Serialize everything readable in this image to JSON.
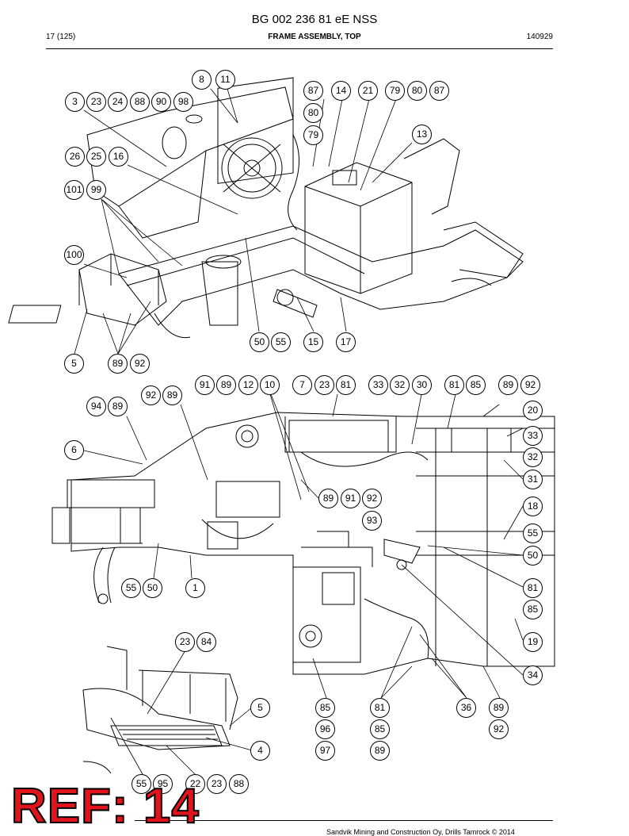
{
  "header": {
    "title": "BG 002 236 81 eE NSS",
    "page": "17 (125)",
    "section": "FRAME ASSEMBLY, TOP",
    "date": "140929"
  },
  "footer": {
    "copyright": "Sandvik Mining and Construction Oy, Drills Tamrock © 2014",
    "ref_stamp": "REF: 14"
  },
  "callouts": [
    {
      "id": "c1",
      "label": "8"
    },
    {
      "id": "c2",
      "label": "11"
    },
    {
      "id": "c3",
      "label": "3"
    },
    {
      "id": "c4",
      "label": "23"
    },
    {
      "id": "c5",
      "label": "24"
    },
    {
      "id": "c6",
      "label": "88"
    },
    {
      "id": "c7",
      "label": "90"
    },
    {
      "id": "c8",
      "label": "98"
    },
    {
      "id": "c9",
      "label": "87"
    },
    {
      "id": "c10",
      "label": "14"
    },
    {
      "id": "c11",
      "label": "21"
    },
    {
      "id": "c12",
      "label": "79"
    },
    {
      "id": "c13",
      "label": "80"
    },
    {
      "id": "c14",
      "label": "87"
    },
    {
      "id": "c15",
      "label": "80"
    },
    {
      "id": "c16",
      "label": "79"
    },
    {
      "id": "c17",
      "label": "13"
    },
    {
      "id": "c18",
      "label": "26"
    },
    {
      "id": "c19",
      "label": "25"
    },
    {
      "id": "c20",
      "label": "16"
    },
    {
      "id": "c21",
      "label": "101"
    },
    {
      "id": "c22",
      "label": "99"
    },
    {
      "id": "c23",
      "label": "100"
    },
    {
      "id": "c24",
      "label": "50"
    },
    {
      "id": "c25",
      "label": "55"
    },
    {
      "id": "c26",
      "label": "15"
    },
    {
      "id": "c27",
      "label": "17"
    },
    {
      "id": "c28",
      "label": "5"
    },
    {
      "id": "c29",
      "label": "89"
    },
    {
      "id": "c30",
      "label": "92"
    },
    {
      "id": "c31",
      "label": "91"
    },
    {
      "id": "c32",
      "label": "89"
    },
    {
      "id": "c33",
      "label": "12"
    },
    {
      "id": "c34",
      "label": "10"
    },
    {
      "id": "c35",
      "label": "7"
    },
    {
      "id": "c36",
      "label": "23"
    },
    {
      "id": "c37",
      "label": "81"
    },
    {
      "id": "c38",
      "label": "33"
    },
    {
      "id": "c39",
      "label": "32"
    },
    {
      "id": "c40",
      "label": "30"
    },
    {
      "id": "c41",
      "label": "81"
    },
    {
      "id": "c42",
      "label": "85"
    },
    {
      "id": "c43",
      "label": "89"
    },
    {
      "id": "c44",
      "label": "92"
    },
    {
      "id": "c45",
      "label": "92"
    },
    {
      "id": "c46",
      "label": "89"
    },
    {
      "id": "c47",
      "label": "94"
    },
    {
      "id": "c48",
      "label": "89"
    },
    {
      "id": "c49",
      "label": "20"
    },
    {
      "id": "c50",
      "label": "6"
    },
    {
      "id": "c51",
      "label": "33"
    },
    {
      "id": "c52",
      "label": "32"
    },
    {
      "id": "c53",
      "label": "31"
    },
    {
      "id": "c54",
      "label": "89"
    },
    {
      "id": "c55",
      "label": "91"
    },
    {
      "id": "c56",
      "label": "92"
    },
    {
      "id": "c57",
      "label": "93"
    },
    {
      "id": "c58",
      "label": "18"
    },
    {
      "id": "c59",
      "label": "55"
    },
    {
      "id": "c60",
      "label": "50"
    },
    {
      "id": "c61",
      "label": "55"
    },
    {
      "id": "c62",
      "label": "50"
    },
    {
      "id": "c63",
      "label": "1"
    },
    {
      "id": "c64",
      "label": "81"
    },
    {
      "id": "c65",
      "label": "85"
    },
    {
      "id": "c66",
      "label": "19"
    },
    {
      "id": "c67",
      "label": "23"
    },
    {
      "id": "c68",
      "label": "84"
    },
    {
      "id": "c69",
      "label": "34"
    },
    {
      "id": "c70",
      "label": "5"
    },
    {
      "id": "c71",
      "label": "85"
    },
    {
      "id": "c72",
      "label": "81"
    },
    {
      "id": "c73",
      "label": "36"
    },
    {
      "id": "c74",
      "label": "89"
    },
    {
      "id": "c75",
      "label": "96"
    },
    {
      "id": "c76",
      "label": "85"
    },
    {
      "id": "c77",
      "label": "92"
    },
    {
      "id": "c78",
      "label": "4"
    },
    {
      "id": "c79",
      "label": "97"
    },
    {
      "id": "c80",
      "label": "89"
    },
    {
      "id": "c81",
      "label": "55"
    },
    {
      "id": "c82",
      "label": "95"
    },
    {
      "id": "c83",
      "label": "22"
    },
    {
      "id": "c84",
      "label": "23"
    },
    {
      "id": "c85",
      "label": "88"
    }
  ]
}
